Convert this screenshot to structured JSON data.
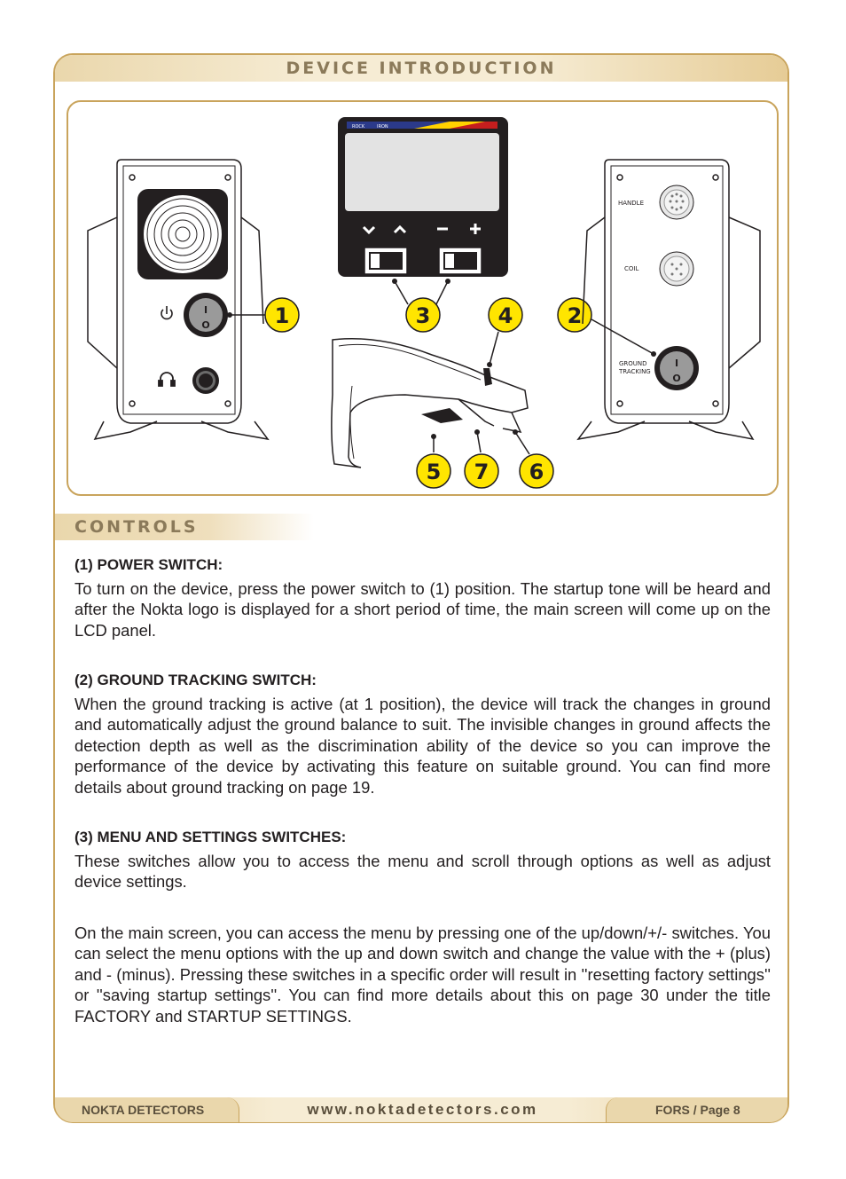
{
  "header": {
    "title": "DEVICE INTRODUCTION"
  },
  "diagram": {
    "callouts": [
      "1",
      "3",
      "4",
      "2",
      "5",
      "7",
      "6"
    ],
    "lcd_strip": {
      "left_label": "ROCK",
      "right_label": "IRON"
    },
    "connector_labels": {
      "handle": "HANDLE",
      "coil": "COIL",
      "ground_tracking_line1": "GROUND",
      "ground_tracking_line2": "TRACKING"
    },
    "switch_marks": {
      "on": "I",
      "off": "O"
    },
    "icons": [
      "power-icon",
      "headphones-icon",
      "chevron-down-icon",
      "chevron-up-icon",
      "minus-icon",
      "plus-icon",
      "speaker-grille"
    ],
    "colors": {
      "callout_fill": "#ffe500",
      "accent": "#c9a45c"
    }
  },
  "controls": {
    "title": "CONTROLS",
    "sections": [
      {
        "heading": "(1) POWER SWITCH:",
        "body": "To turn on the device, press the power switch to (1) position. The startup tone will be heard and after the Nokta logo is displayed for a short period of time, the main screen will come up on the LCD panel."
      },
      {
        "heading": "(2) GROUND TRACKING  SWITCH:",
        "body": "When the ground tracking is active (at 1 position), the device will track the changes in ground and automatically adjust the ground balance to suit. The invisible changes in ground affects the detection depth as well as the discrimination ability of the device so you can improve the performance of the device by activating this feature on suitable ground. You can find more details about ground tracking on page 19."
      },
      {
        "heading": "(3) MENU AND SETTINGS SWITCHES:",
        "body": "These switches allow you to access the menu and scroll through options as well as adjust device settings."
      }
    ],
    "extra_paragraph": "On the main screen, you can access the menu by pressing one of the up/down/+/- switches. You can select the menu options with the up and down switch and change the value with the + (plus) and - (minus). Pressing these switches in a specific order will result in ''resetting factory settings'' or ''saving startup settings''. You can find more details about this on page 30 under the title FACTORY and STARTUP SETTINGS."
  },
  "footer": {
    "left": "NOKTA DETECTORS",
    "center": "www.noktadetectors.com",
    "right": "FORS / Page 8"
  }
}
